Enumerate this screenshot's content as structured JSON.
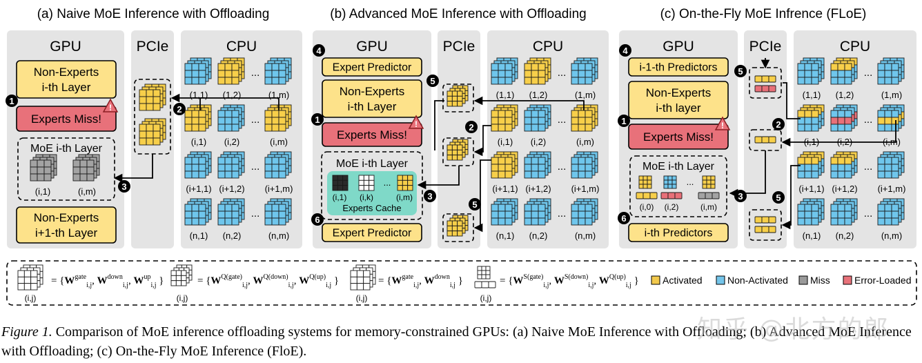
{
  "panels": [
    {
      "title": "(a) Naive MoE Inference with Offloading",
      "gpu": "GPU",
      "pcie": "PCIe",
      "cpu": "CPU",
      "boxes": [
        "Non-Experts\ni-th Layer",
        "Experts Miss!",
        "Non-Experts\ni+1-th Layer"
      ],
      "moe_layer": "MoE i-th Layer",
      "moe_labels": [
        "(i,1)",
        "(i,m)"
      ],
      "markers": [
        "1",
        "2",
        "3"
      ]
    },
    {
      "title": "(b) Advanced MoE Inference with Offloading",
      "gpu": "GPU",
      "pcie": "PCIe",
      "cpu": "CPU",
      "boxes": [
        "Expert Predictor",
        "Non-Experts\ni-th Layer",
        "Experts Miss!",
        "Expert Predictor"
      ],
      "moe_layer": "MoE i-th Layer",
      "moe_labels": [
        "(i,1)",
        "(i,k)",
        "(i,m)"
      ],
      "cache_label": "Experts Cache",
      "markers": [
        "1",
        "2",
        "3",
        "4",
        "5",
        "5",
        "6"
      ]
    },
    {
      "title": "(c) On-the-Fly MoE Infrence (FLoE)",
      "gpu": "GPU",
      "pcie": "PCIe",
      "cpu": "CPU",
      "boxes": [
        "i-1-th Predictors",
        "Non-Experts\ni-th layer",
        "Experts Miss!",
        "i-th Predictors"
      ],
      "moe_layer": "MoE i-th Layer",
      "moe_labels": [
        "(i,0)",
        "(i,2)",
        "(i,m)"
      ],
      "markers": [
        "1",
        "2",
        "3",
        "4",
        "5",
        "5",
        "6"
      ]
    }
  ],
  "cpu_grid_labels": [
    [
      "(1,1)",
      "(1,2)",
      "(1,m)"
    ],
    [
      "(i,1)",
      "(i,2)",
      "(i,m)"
    ],
    [
      "(i+1,1)",
      "(i+1,2)",
      "(i+1,m)"
    ],
    [
      "(n,1)",
      "(n,2)",
      "(n,m)"
    ]
  ],
  "ellipsis": "...",
  "legend": {
    "cube_label": "(i,j)",
    "formulas": [
      "= {W_{i,j}^{gate}, W_{i,j}^{down}, W_{i,j}^{up}}",
      "= {W_{i,j}^{Q(gate)}, W_{i,j}^{Q(down)}, W_{i,j}^{Q(up)}}",
      "= {W_{i,j}^{gate}, W_{i,j}^{down}}",
      "= {W_{i,j}^{S(gate)}, W_{i,j}^{S(down)}, W_{i,j}^{Q(up)}}"
    ],
    "states": [
      {
        "label": "Activated",
        "color": "#f2c94c"
      },
      {
        "label": "Non-Activated",
        "color": "#74c5ea"
      },
      {
        "label": "Miss",
        "color": "#9a9a9a"
      },
      {
        "label": "Error-Loaded",
        "color": "#e8727a"
      }
    ]
  },
  "caption": {
    "figure": "Figure 1.",
    "text": "Comparison of MoE inference offloading systems for memory-constrained GPUs: (a) Naive MoE Inference with Offloading; (b) Advanced MoE Inference with Offloading; (c) On-the-Fly MoE Inference (FloE)."
  },
  "watermark": "知乎 @北方的郎"
}
